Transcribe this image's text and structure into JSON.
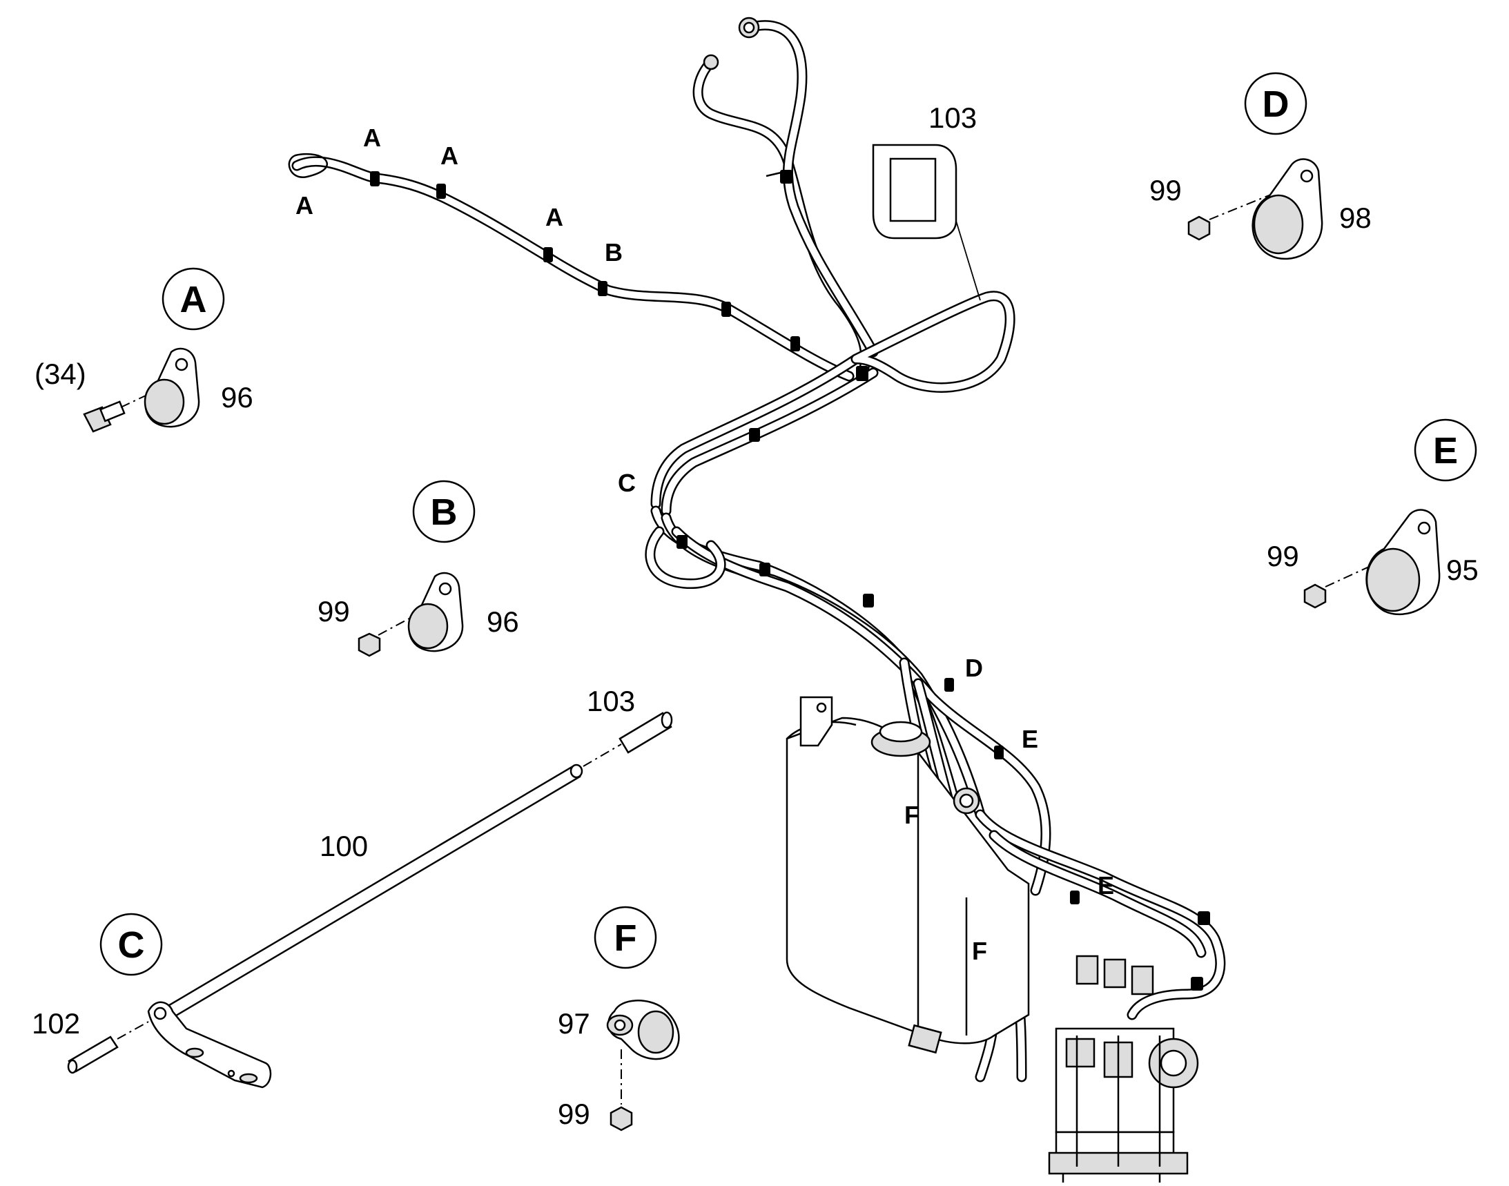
{
  "diagram": {
    "callouts": [
      {
        "id": "A",
        "part": "96",
        "fastener": "(34)"
      },
      {
        "id": "B",
        "part": "96",
        "fastener": "99"
      },
      {
        "id": "C",
        "parts": [
          "100",
          "102",
          "103"
        ]
      },
      {
        "id": "D",
        "part": "98",
        "fastener": "99"
      },
      {
        "id": "E",
        "part": "95",
        "fastener": "99"
      },
      {
        "id": "F",
        "part": "97",
        "fastener": "99"
      }
    ],
    "top_part_label": "103",
    "route_labels": {
      "a1": "A",
      "a2": "A",
      "a3": "A",
      "a4": "A",
      "b1": "B",
      "c1": "C",
      "d1": "D",
      "e1": "E",
      "e2": "E",
      "f1": "F",
      "f2": "F"
    }
  }
}
